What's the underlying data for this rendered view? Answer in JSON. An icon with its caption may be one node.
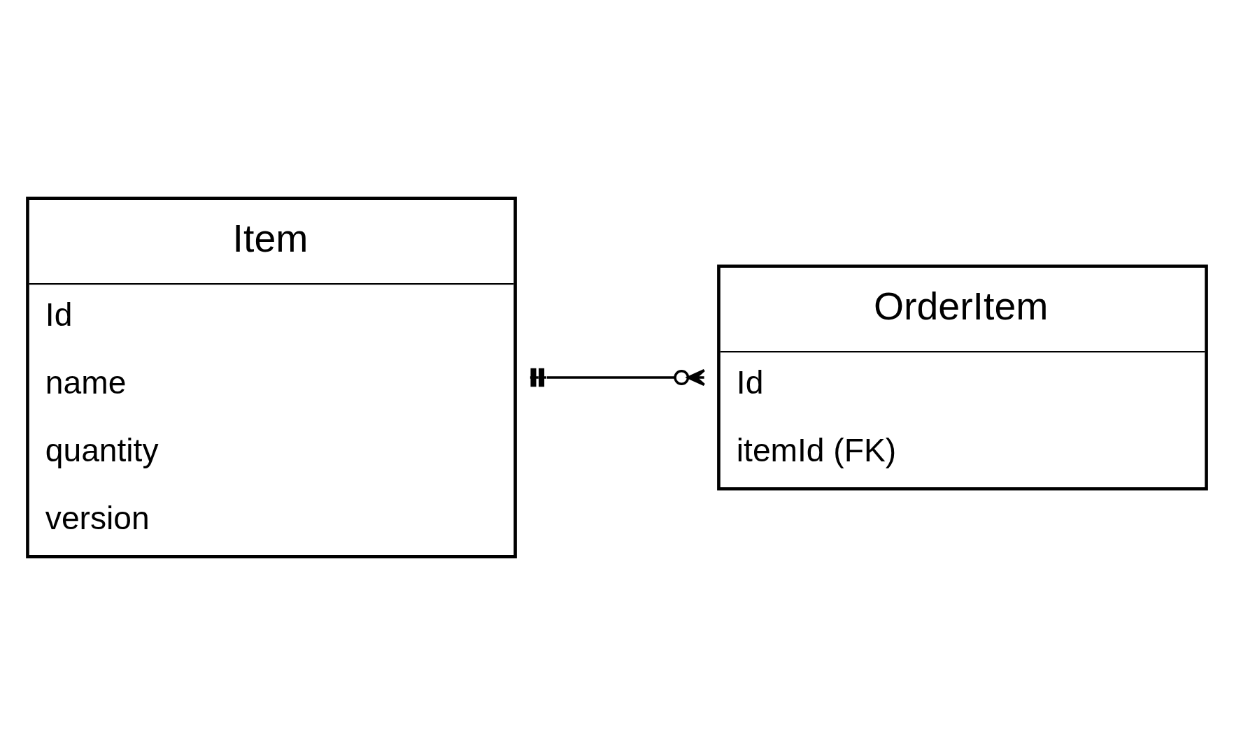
{
  "diagram": {
    "nodes": [
      {
        "text": [
          "OrderItem",
          "Id",
          "itemId (FK)"
        ]
      },
      {
        "text": [
          "Item",
          "Id",
          "name",
          "quantity",
          "version"
        ]
      }
    ],
    "edges": [
      {
        "from": 1,
        "to": 0,
        "arrow": "other"
      }
    ]
  }
}
